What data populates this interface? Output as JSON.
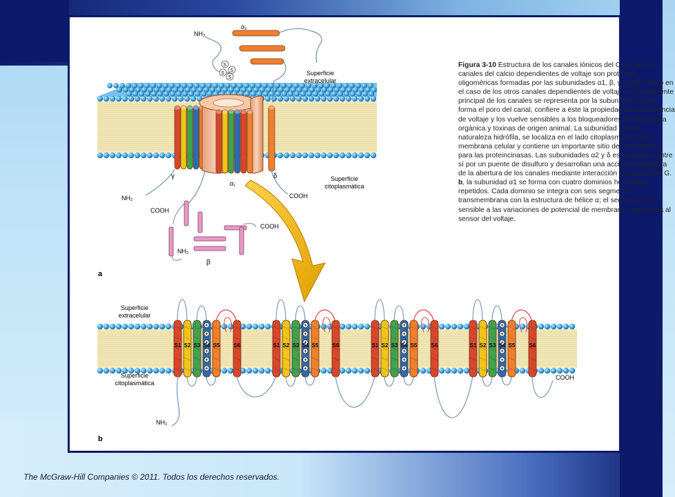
{
  "figure": {
    "caption_label": "Figura 3-10",
    "caption_text_1": " Estructura de los canales iónicos del Ca2+. ",
    "caption_a": "a",
    "caption_text_2": ", los canales del calcio dependientes de voltaje son proteínas oligoméricas formadas por las subunidades α1, β, γ y α2δ. Como en el caso de los otros canales dependientes de voltaje, el componente principal de los canales se representa por la subunidad α1 que forma el poro del canal, confiere a éste la propiedad de dependencia de voltaje y los vuelve sensibles a los bloqueadores de naturaleza orgánica y toxinas de origen animal. La subunidad β es de naturaleza hidrófila, se localiza en el lado citoplasmático de la membrana celular y contiene un importante sitio de fosforilación para las proteincinasas. Las subunidades α2 y δ están ligadas entre sí por un puente de disulfuro y desarrollan una acción moduladora de la abertura de los canales mediante interacción con proteínas G. ",
    "caption_b": "b",
    "caption_text_3": ", la subunidad α1 se forma con cuatro dominios homólogos repetidos. Cada dominio se integra con seis segmentos transmembrana con la estructura de hélice α; el segmento S4, sensible a las variaciones de potencial de membrana, representa al sensor del voltaje.",
    "panel_a": {
      "nh2_top": "NH₂",
      "alpha2": "α₂",
      "surface_ext": [
        "Superficie",
        "extracelular"
      ],
      "surface_cyt": [
        "Superficie",
        "citoplasmática"
      ],
      "gamma": "γ",
      "alpha1": "α₁",
      "delta": "δ",
      "nh2_left": "NH₂",
      "cooh_1": "COOH",
      "cooh_2": "COOH",
      "cooh_beta": "COOH",
      "nh2_beta": "NH₂",
      "beta": "β",
      "label": "a",
      "ss": "S"
    },
    "panel_b": {
      "surface_ext": [
        "Superficie",
        "extracelular"
      ],
      "surface_cyt": [
        "Superficie",
        "citoplasmática"
      ],
      "segments": [
        "S1",
        "S2",
        "S3",
        "S4",
        "S5",
        "S6"
      ],
      "cooh": "COOH",
      "nh2": "NH₂",
      "label": "b"
    },
    "colors": {
      "s1": "#d9472b",
      "s2": "#f0c419",
      "s3": "#3fa34d",
      "s4": "#2b6cb0",
      "s5": "#f07f2c",
      "s6": "#d9472b",
      "lipid_head": "#3aa0d8",
      "arrow": "#f2b705",
      "loop": "#6d8fb3",
      "loop_red": "#e14b4b",
      "beta": "#e89ac6"
    }
  },
  "footer": "The McGraw-Hill Companies © 2011. Todos los derechos reservados."
}
